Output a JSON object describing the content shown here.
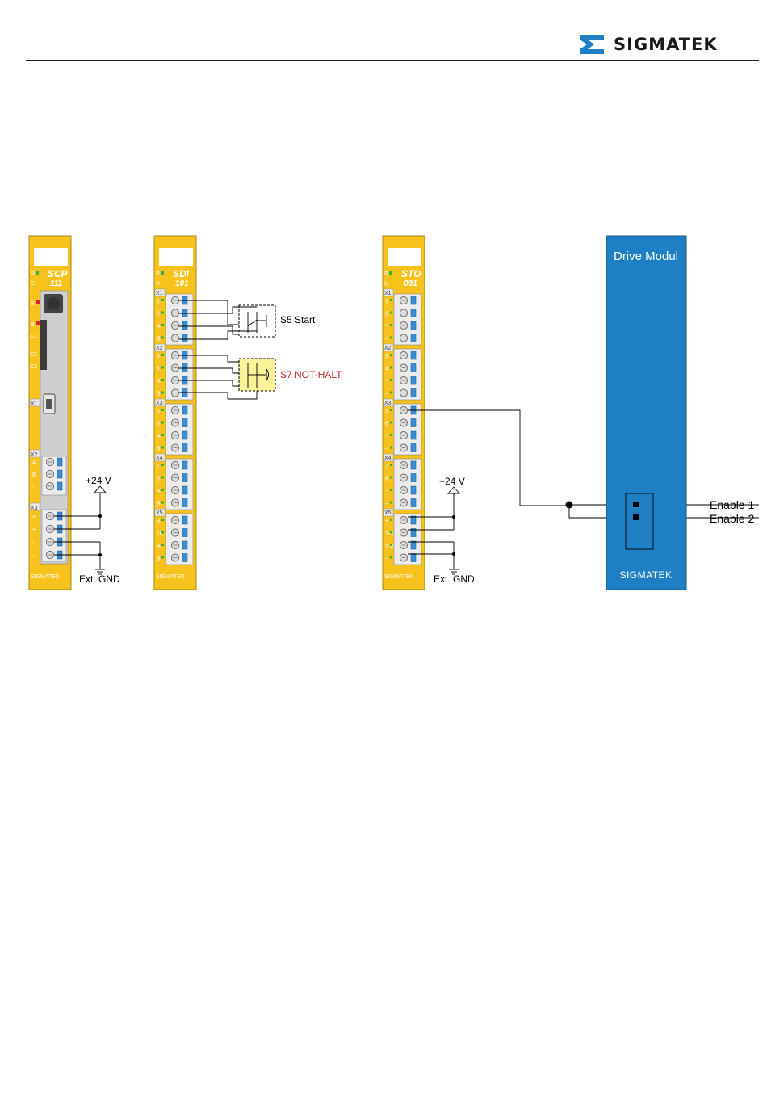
{
  "header": {
    "brand": "SIGMATEK"
  },
  "modules": [
    {
      "name": "SCP",
      "number": "111",
      "footer": "SIGMATEK",
      "leds": [
        "R",
        "S"
      ],
      "side_labels": [
        "E",
        "B",
        "C1",
        "C2",
        "C3",
        "X1"
      ],
      "connectors": [
        "X2",
        "X3"
      ],
      "x2_pins": [
        "A",
        "B",
        "-"
      ],
      "x3_pins": [
        "+",
        "+",
        "-",
        "-"
      ]
    },
    {
      "name": "SDI",
      "number": "101",
      "footer": "SIGMATEK",
      "leds": [
        "R",
        "U"
      ],
      "connectors": [
        "X1",
        "X2",
        "X3",
        "X4",
        "X5"
      ],
      "pins": [
        "1",
        "2",
        "A",
        "B",
        "3",
        "4",
        "A",
        "B",
        "5",
        "6",
        "A",
        "B",
        "7",
        "8",
        "A",
        "B",
        "9",
        "10",
        "A",
        "B"
      ]
    },
    {
      "name": "STO",
      "number": "081",
      "footer": "SIGMATEK",
      "leds": [
        "R",
        "U"
      ],
      "connectors": [
        "X1",
        "X2",
        "X3",
        "X4",
        "X5"
      ],
      "pins": [
        "1",
        "2",
        "-",
        "-",
        "3",
        "4",
        "-",
        "-",
        "5",
        "6",
        "-",
        "-",
        "7",
        "8",
        "-",
        "-",
        "+",
        "1-4",
        "5-8",
        "-"
      ]
    }
  ],
  "drive": {
    "title": "Drive Modul",
    "footer": "SIGMATEK",
    "inputs": [
      "Enable 1",
      "Enable 2"
    ]
  },
  "labels": {
    "v24_a": "+24 V",
    "gnd_a": "Ext. GND",
    "v24_b": "+24 V",
    "gnd_b": "Ext. GND",
    "s5": "S5 Start",
    "s7": "S7 NOT-HALT"
  },
  "colors": {
    "module_yellow": "#f6c21b",
    "module_gray": "#cfcfcf",
    "drive_blue": "#1f7fc4",
    "terminal_blue": "#3a8ed6",
    "nothalt_red": "#c0282d",
    "nothalt_fill": "#fbf39a"
  }
}
